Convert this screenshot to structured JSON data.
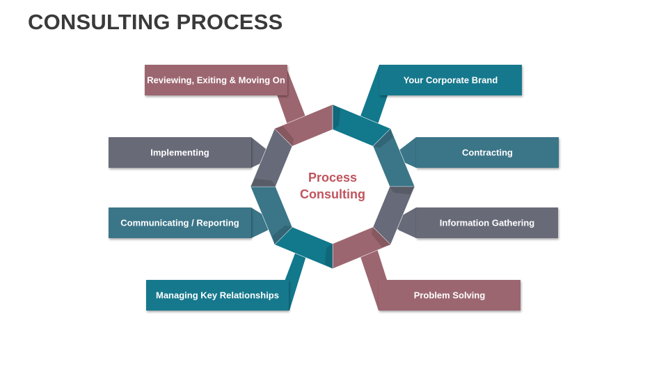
{
  "title": "CONSULTING PROCESS",
  "center": {
    "line1": "Process",
    "line2": "Consulting"
  },
  "colors": {
    "rose": "#9c6670",
    "teal_dark": "#12788c",
    "teal": "#3b7588",
    "slate": "#676a78",
    "center_text": "#c0545d"
  },
  "steps": [
    {
      "label": "Your Corporate Brand",
      "color": "teal_dark"
    },
    {
      "label": "Contracting",
      "color": "teal"
    },
    {
      "label": "Information Gathering",
      "color": "slate"
    },
    {
      "label": "Problem Solving",
      "color": "rose"
    },
    {
      "label": "Managing Key Relationships",
      "color": "teal_dark"
    },
    {
      "label": "Communicating / Reporting",
      "color": "teal"
    },
    {
      "label": "Implementing",
      "color": "slate"
    },
    {
      "label": "Reviewing, Exiting & Moving On",
      "color": "rose"
    }
  ]
}
